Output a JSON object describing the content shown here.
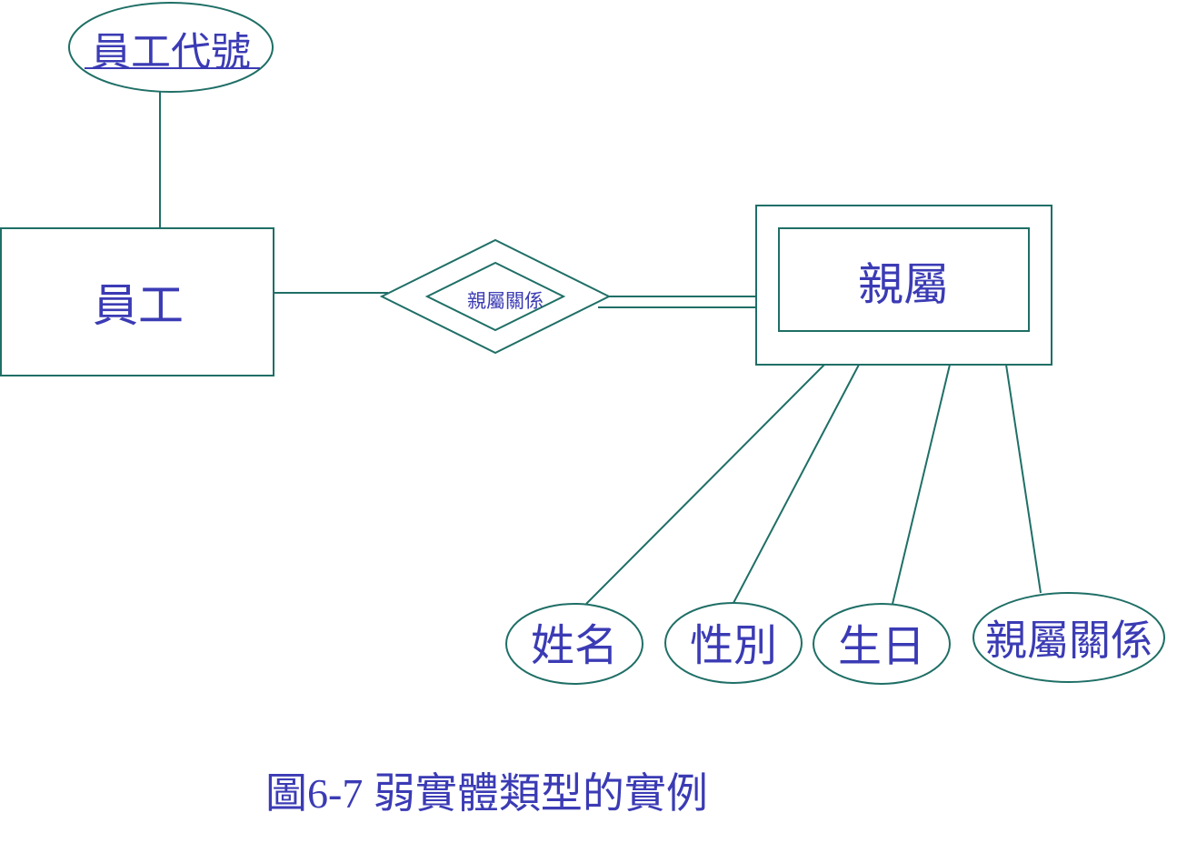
{
  "diagram": {
    "entities": {
      "employee": "員工",
      "dependent": "親屬"
    },
    "relationship": "親屬關係",
    "attributes": {
      "employee_id": "員工代號",
      "name": "姓名",
      "gender": "性別",
      "birthday": "生日",
      "relation": "親屬關係"
    },
    "caption": "圖6-7 弱實體類型的實例"
  },
  "colors": {
    "line": "#1f6f66",
    "text": "#3b3bb5"
  }
}
